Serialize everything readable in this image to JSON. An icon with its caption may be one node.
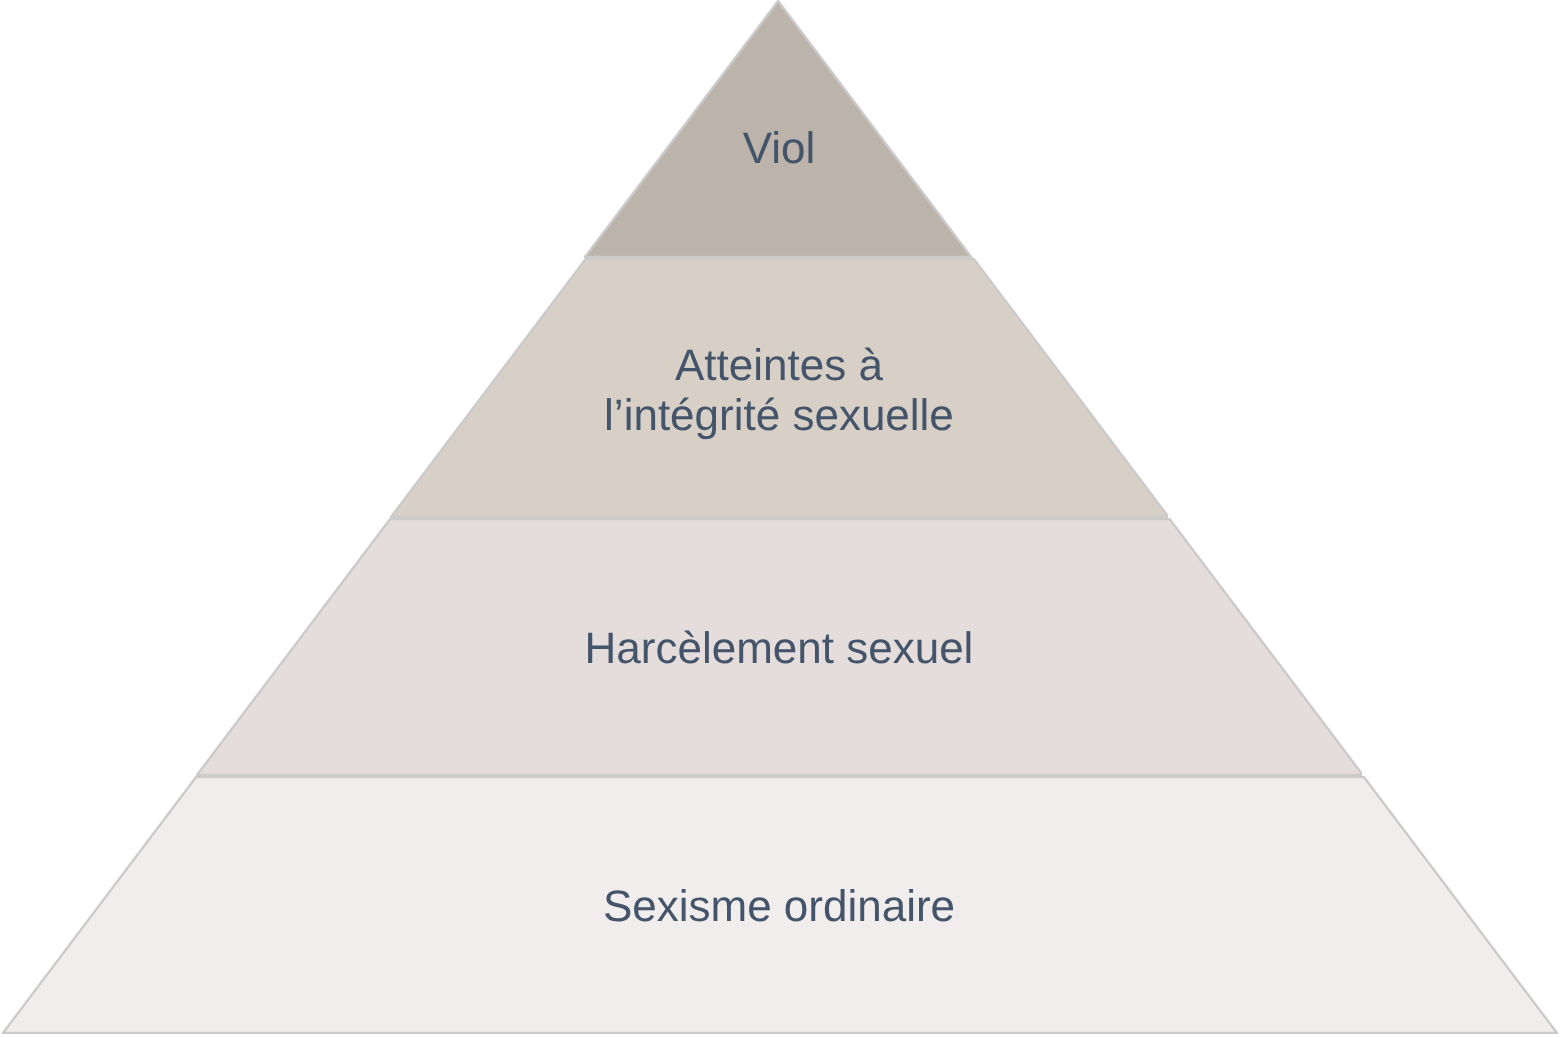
{
  "diagram": {
    "nodes": [
      {
        "text": [
          "Viol"
        ]
      },
      {
        "text": [
          "Atteintes à l’intégrité sexuelle"
        ]
      },
      {
        "text": [
          "Harcèlement sexuel"
        ]
      },
      {
        "text": [
          "Sexisme ordinaire"
        ]
      }
    ]
  }
}
